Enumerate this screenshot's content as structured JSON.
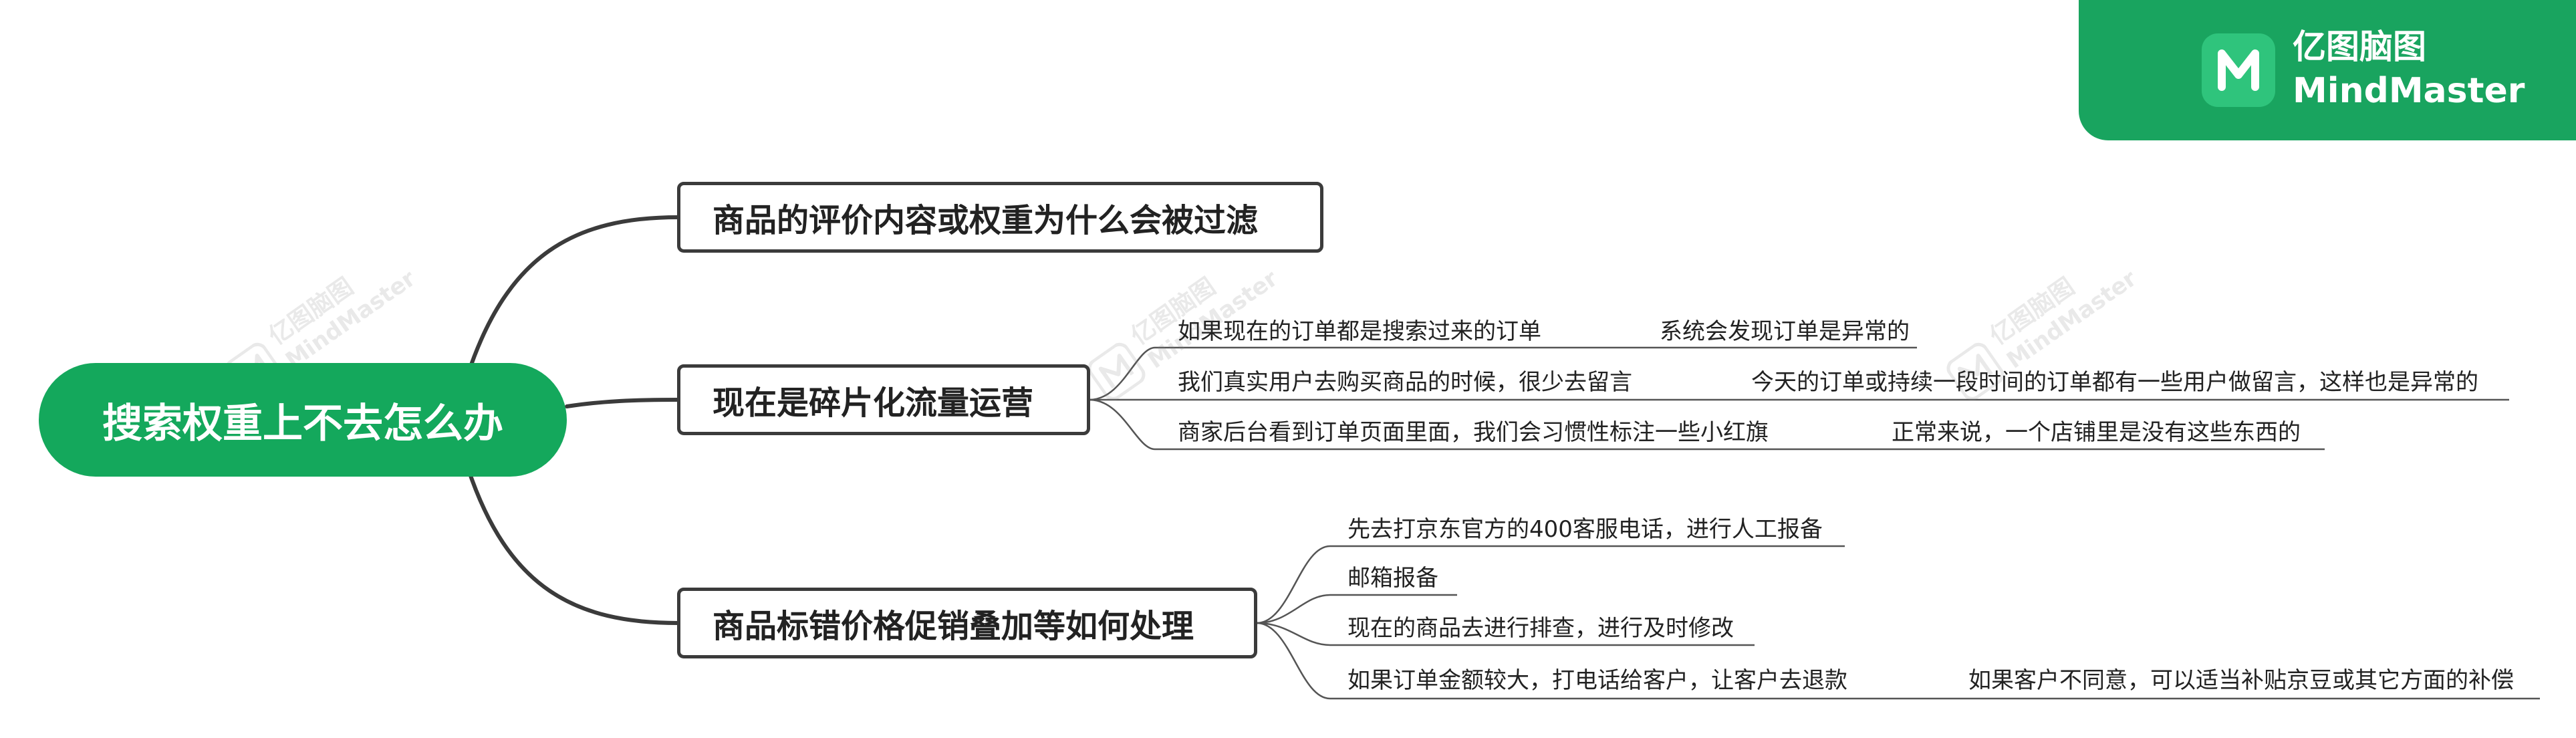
{
  "brand": {
    "name": "亿图脑图",
    "product": "MindMaster",
    "logo_icon": "mindmaster-logo-icon",
    "color": "#19a45f"
  },
  "watermark": {
    "name": "亿图脑图",
    "product": "MindMaster"
  },
  "colors": {
    "root_fill": "#14a85c",
    "connector": "#3b3b3b",
    "leaf_line": "#555555"
  },
  "mindmap": {
    "root": "搜索权重上不去怎么办",
    "branches": [
      {
        "title": "商品的评价内容或权重为什么会被过滤",
        "items": []
      },
      {
        "title": "现在是碎片化流量运营",
        "items": [
          {
            "text": "如果现在的订单都是搜索过来的订单",
            "followup": "系统会发现订单是异常的"
          },
          {
            "text": "我们真实用户去购买商品的时候，很少去留言",
            "followup": "今天的订单或持续一段时间的订单都有一些用户做留言，这样也是异常的"
          },
          {
            "text": "商家后台看到订单页面里面，我们会习惯性标注一些小红旗",
            "followup": "正常来说，一个店铺里是没有这些东西的"
          }
        ]
      },
      {
        "title": "商品标错价格促销叠加等如何处理",
        "items": [
          {
            "text": "先去打京东官方的400客服电话，进行人工报备"
          },
          {
            "text": "邮箱报备"
          },
          {
            "text": "现在的商品去进行排查，进行及时修改"
          },
          {
            "text": "如果订单金额较大，打电话给客户，让客户去退款",
            "followup": "如果客户不同意，可以适当补贴京豆或其它方面的补偿"
          }
        ]
      }
    ]
  }
}
